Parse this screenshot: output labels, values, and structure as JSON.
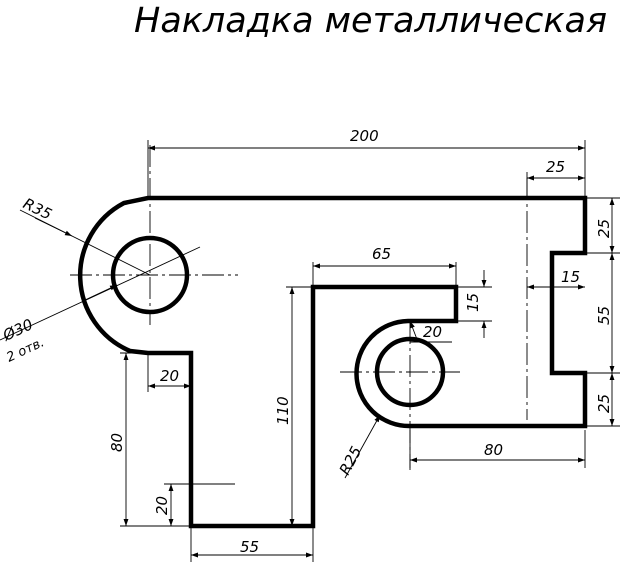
{
  "title": "Накладка металлическая",
  "dimensions": {
    "overall_width": "200",
    "top_right_step": "25",
    "right_top_height": "25",
    "notch_depth": "15",
    "notch_height": "55",
    "right_bottom_height": "25",
    "slot_width": "65",
    "slot_height": "15",
    "slot_radius": "20",
    "arc_radius": "R25",
    "bottom_right_width": "80",
    "center_height": "110",
    "left_foot_width": "55",
    "left_bottom_height": "20",
    "left_lower_height": "80",
    "left_offset": "20",
    "big_radius": "R35",
    "hole_diameter": "Ø30",
    "hole_count": "2 отв."
  }
}
